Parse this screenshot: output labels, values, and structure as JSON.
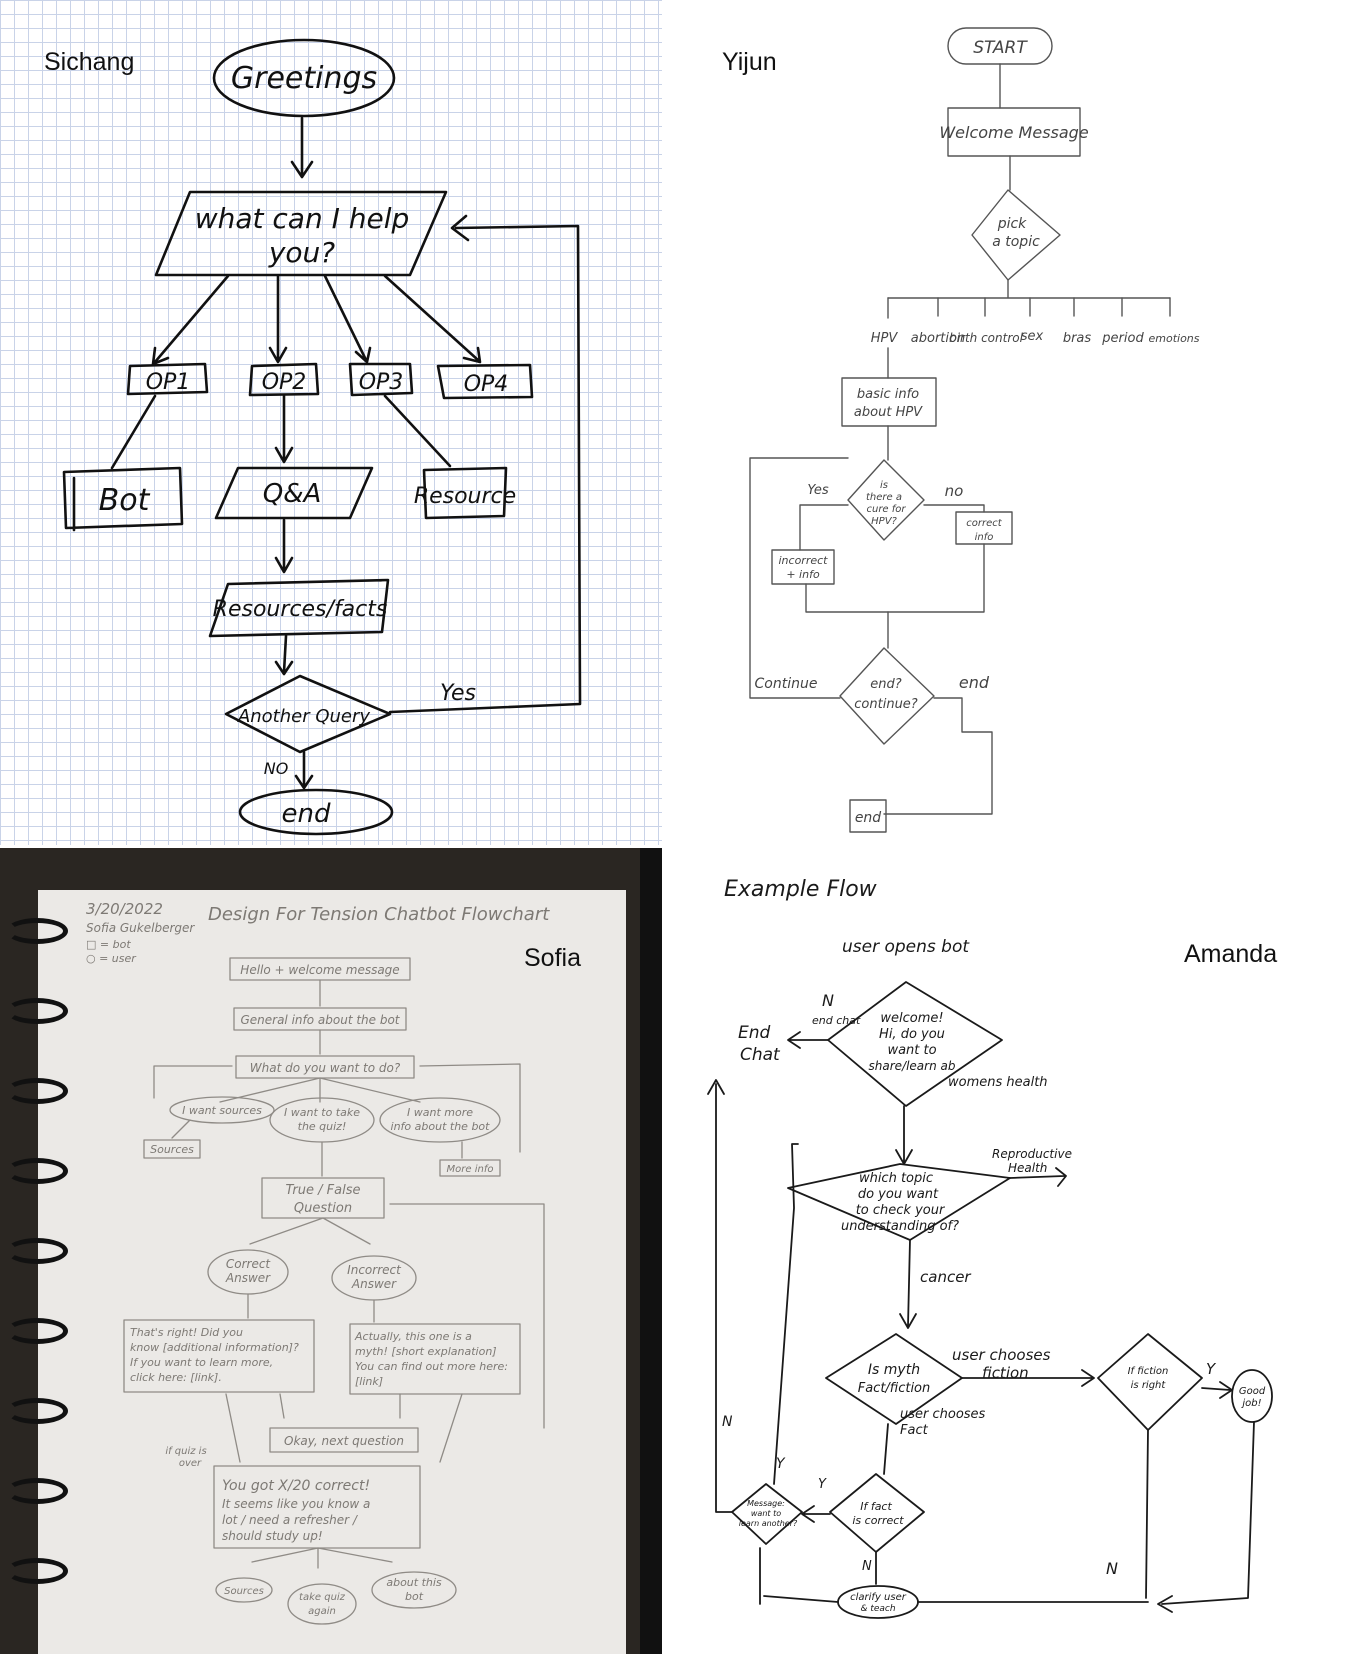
{
  "panels": {
    "sichang": {
      "name": "Sichang",
      "greetings": "Greetings",
      "help_line1": "what can I help",
      "help_line2": "you?",
      "op1": "OP1",
      "op2": "OP2",
      "op3": "OP3",
      "op4": "OP4",
      "bot": "Bot",
      "qa": "Q&A",
      "resource": "Resource",
      "resources_facts": "Resources/facts",
      "another_query": "Another Query",
      "yes": "Yes",
      "no": "NO",
      "end": "end"
    },
    "yijun": {
      "name": "Yijun",
      "start": "START",
      "welcome": "Welcome Message",
      "pick_line1": "pick",
      "pick_line2": "a topic",
      "topics": [
        "HPV",
        "abortion",
        "birth control",
        "sex",
        "bras",
        "period",
        "emotions"
      ],
      "basic_info_line1": "basic info",
      "basic_info_line2": "about HPV",
      "cure_line1": "is",
      "cure_line2": "there a",
      "cure_line3": "cure for",
      "cure_line4": "HPV?",
      "yes": "Yes",
      "no": "no",
      "incorrect_line1": "incorrect",
      "incorrect_line2": "+ info",
      "correct_line1": "correct",
      "correct_line2": "info",
      "continue": "Continue",
      "end_q_line1": "end?",
      "end_q_line2": "continue?",
      "end_label": "end",
      "end_box": "end"
    },
    "sofia": {
      "name": "Sofia",
      "date": "3/20/2022",
      "author": "Sofia Gukelberger",
      "legend_bot": "□ = bot",
      "legend_user": "○ = user",
      "title": "Design For Tension Chatbot Flowchart",
      "hello": "Hello + welcome message",
      "general_info": "General info about the bot",
      "what_do": "What do you want to do?",
      "want_sources": "I want sources",
      "take_quiz_line1": "I want to take",
      "take_quiz_line2": "the quiz!",
      "more_info_line1": "I want more",
      "more_info_line2": "info about the bot",
      "sources": "Sources",
      "more_info": "More info",
      "tf_line1": "True / False",
      "tf_line2": "Question",
      "correct_line1": "Correct",
      "correct_line2": "Answer",
      "incorrect_line1": "Incorrect",
      "incorrect_line2": "Answer",
      "right_text": [
        "That's right! Did you",
        "know [additional information]?",
        "If you want to learn more,",
        "click here: [link]."
      ],
      "myth_text": [
        "Actually, this one is a",
        "myth! [short explanation]",
        "You can find out more here:",
        "[link]"
      ],
      "if_quiz_over_line1": "if quiz is",
      "if_quiz_over_line2": "over",
      "next_question": "Okay, next question",
      "result_text": [
        "You got X/20 correct!",
        "It seems like you know a",
        "lot / need a refresher /",
        "should study up!"
      ],
      "end_sources": "Sources",
      "take_again_line1": "take quiz",
      "take_again_line2": "again",
      "about_bot_line1": "about this",
      "about_bot_line2": "bot"
    },
    "amanda": {
      "name": "Amanda",
      "example_flow": "Example Flow",
      "user_opens": "user opens bot",
      "n_top": "N",
      "end_chat_small": "end chat",
      "end_chat_line1": "End",
      "end_chat_line2": "Chat",
      "welcome_lines": [
        "welcome!",
        "Hi, do you",
        "want to",
        "share/learn ab"
      ],
      "womens_health": "womens health",
      "which_topic_lines": [
        "which topic",
        "do you want",
        "to check your",
        "understanding of?"
      ],
      "reproductive_line1": "Reproductive",
      "reproductive_line2": "Health",
      "cancer": "cancer",
      "myth_line1": "Is myth",
      "myth_line2": "Fact/fiction",
      "user_fiction_line1": "user chooses",
      "user_fiction_line2": "fiction",
      "if_fiction_line1": "If fiction",
      "if_fiction_line2": "is right",
      "y_right": "Y",
      "good_job_line1": "Good",
      "good_job_line2": "job!",
      "user_fact_line1": "user chooses",
      "user_fact_line2": "Fact",
      "if_fact_line1": "If fact",
      "if_fact_line2": "is correct",
      "y_fact": "Y",
      "message_lines": [
        "Message:",
        "want to",
        "learn another?"
      ],
      "y_msg": "Y",
      "n_left": "N",
      "n_fact": "N",
      "n_bottom": "N",
      "clarify_line1": "clarify user",
      "clarify_line2": "& teach"
    }
  }
}
